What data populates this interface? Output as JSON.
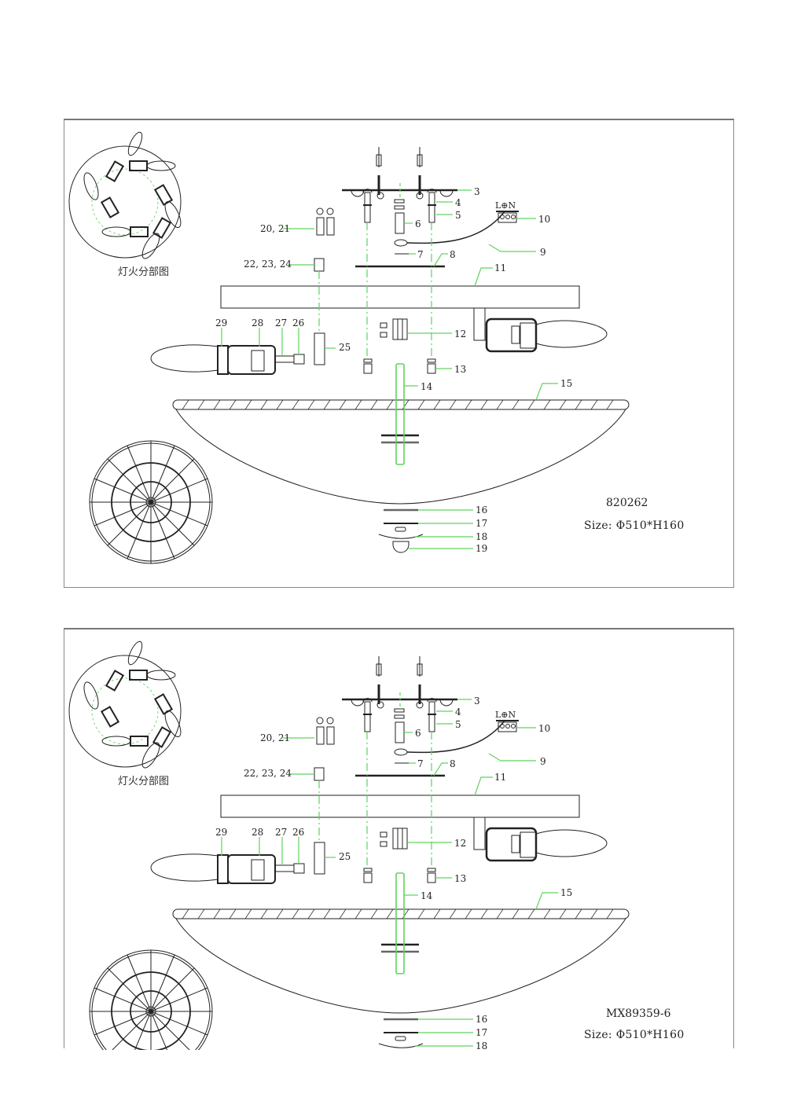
{
  "colors": {
    "leader": "#5fd35f",
    "line": "#222222",
    "frame": "#888888"
  },
  "panels": [
    {
      "model": "820262",
      "size": "Size: Φ510*H160",
      "caption": "灯火分部图",
      "terminal": "L⊕N",
      "labels": {
        "p3": "3",
        "p4": "4",
        "p5": "5",
        "p6": "6",
        "p7": "7",
        "p8": "8",
        "p9": "9",
        "p10": "10",
        "p11": "11",
        "p12": "12",
        "p13": "13",
        "p14": "14",
        "p15": "15",
        "p16": "16",
        "p17": "17",
        "p18": "18",
        "p19": "19",
        "p20_21": "20, 21",
        "p22_24": "22, 23, 24",
        "p25": "25",
        "p26": "26",
        "p27": "27",
        "p28": "28",
        "p29": "29"
      }
    },
    {
      "model": "MX89359-6",
      "size": "Size: Φ510*H160",
      "caption": "灯火分部图",
      "terminal": "L⊕N",
      "labels": {
        "p3": "3",
        "p4": "4",
        "p5": "5",
        "p6": "6",
        "p7": "7",
        "p8": "8",
        "p9": "9",
        "p10": "10",
        "p11": "11",
        "p12": "12",
        "p13": "13",
        "p14": "14",
        "p15": "15",
        "p16": "16",
        "p17": "17",
        "p18": "18",
        "p20_21": "20, 21",
        "p22_24": "22, 23, 24",
        "p25": "25",
        "p26": "26",
        "p27": "27",
        "p28": "28",
        "p29": "29"
      }
    }
  ]
}
